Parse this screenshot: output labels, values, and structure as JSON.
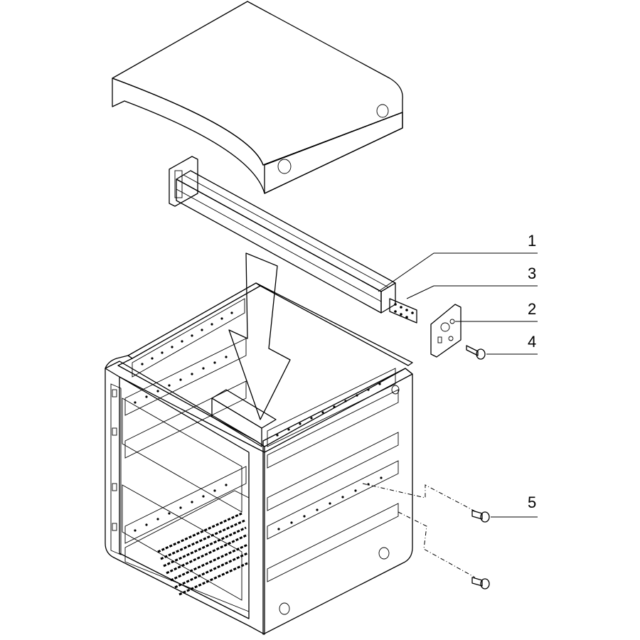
{
  "callouts": [
    {
      "id": "1",
      "label": "1"
    },
    {
      "id": "3",
      "label": "3"
    },
    {
      "id": "2",
      "label": "2"
    },
    {
      "id": "4",
      "label": "4"
    },
    {
      "id": "5",
      "label": "5"
    }
  ],
  "colors": {
    "line": "#000000",
    "panel_light": "#ebebeb",
    "panel_mid": "#cfcfcf",
    "panel_dark": "#9a9a9a",
    "background": "#ffffff"
  }
}
